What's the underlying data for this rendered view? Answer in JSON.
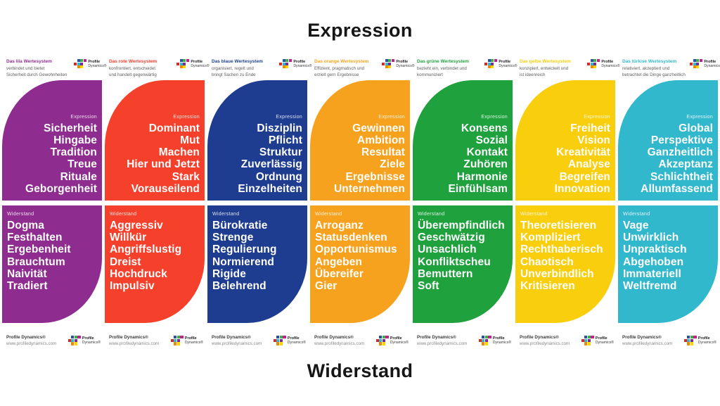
{
  "titles": {
    "top": "Expression",
    "bottom": "Widerstand"
  },
  "labels": {
    "expression": "Expression",
    "widerstand": "Widerstand"
  },
  "brand": {
    "logo_text_line1": "Profile",
    "logo_text_line2": "Dynamics®",
    "footer_name": "Profile Dynamics®",
    "footer_url": "www.profiledynamics.com",
    "logo_colors": [
      "#2A52A0",
      "#3FAE49",
      "#C0218E",
      "#E52320",
      "#2BB8CE",
      "#7D2B8F",
      "#F08A00",
      "#FFD400"
    ]
  },
  "cards": [
    {
      "id": "lila",
      "color": "#8E2C90",
      "header_title": "Das lila Wertesystem",
      "header_desc": "verbindet und bietet\nSicherheit durch Gewohnheiten",
      "expression": [
        "Sicherheit",
        "Hingabe",
        "Tradition",
        "Treue",
        "Rituale",
        "Geborgenheit"
      ],
      "widerstand": [
        "Dogma",
        "Festhalten",
        "Ergebenheit",
        "Brauchtum",
        "Naivität",
        "Tradiert"
      ]
    },
    {
      "id": "rot",
      "color": "#F5402C",
      "header_title": "Das rote Wertesystem",
      "header_desc": "konfrontiert, entscheidet\nund handelt gegenwärtig",
      "expression": [
        "Dominant",
        "Mut",
        "Machen",
        "Hier und Jetzt",
        "Stark",
        "Vorauseilend"
      ],
      "widerstand": [
        "Aggressiv",
        "Willkür",
        "Angriffslustig",
        "Dreist",
        "Hochdruck",
        "Impulsiv"
      ]
    },
    {
      "id": "blau",
      "color": "#1E3D90",
      "header_title": "Das blaue Wertesystem",
      "header_desc": "organisiert, regelt und\nbringt Sachen zu Ende",
      "expression": [
        "Disziplin",
        "Pflicht",
        "Struktur",
        "Zuverlässig",
        "Ordnung",
        "Einzelheiten"
      ],
      "widerstand": [
        "Bürokratie",
        "Strenge",
        "Regulierung",
        "Normierend",
        "Rigide",
        "Belehrend"
      ]
    },
    {
      "id": "orange",
      "color": "#F6A21E",
      "header_title": "Das orange Wertesystem",
      "header_desc": "Effizient, pragmatisch und\nerzielt gern Ergebnisse",
      "expression": [
        "Gewinnen",
        "Ambition",
        "Resultat",
        "Ziele",
        "Ergebnisse",
        "Unternehmen"
      ],
      "widerstand": [
        "Arroganz",
        "Statusdenken",
        "Opportunismus",
        "Angeben",
        "Übereifer",
        "Gier"
      ]
    },
    {
      "id": "gruen",
      "color": "#1FA23E",
      "header_title": "Das grüne Wertesystem",
      "header_desc": "bezieht ein, verbindet und\nkommuniziert",
      "expression": [
        "Konsens",
        "Sozial",
        "Kontakt",
        "Zuhören",
        "Harmonie",
        "Einfühlsam"
      ],
      "widerstand": [
        "Überempfindlich",
        "Geschwätzig",
        "Unsachlich",
        "Konfliktscheu",
        "Bemuttern",
        "Soft"
      ]
    },
    {
      "id": "gelb",
      "color": "#F8CE0D",
      "header_title": "Das gelbe Wertesystem",
      "header_desc": "konzipiert, entwickelt und\nist ideenreich",
      "expression": [
        "Freiheit",
        "Vision",
        "Kreativität",
        "Analyse",
        "Begreifen",
        "Innovation"
      ],
      "widerstand": [
        "Theoretisieren",
        "Kompliziert",
        "Rechthaberisch",
        "Chaotisch",
        "Unverbindlich",
        "Kritisieren"
      ]
    },
    {
      "id": "tuerkis",
      "color": "#32B8CD",
      "header_title": "Das türkise Wertesystem",
      "header_desc": "relativiert, akzeptiert und\nbetrachtet die Dinge ganzheitlich",
      "expression": [
        "Global",
        "Perspektive",
        "Ganzheitlich",
        "Akzeptanz",
        "Schlichtheit",
        "Allumfassend"
      ],
      "widerstand": [
        "Vage",
        "Unwirklich",
        "Unpraktisch",
        "Abgehoben",
        "Immateriell",
        "Weltfremd"
      ]
    }
  ]
}
